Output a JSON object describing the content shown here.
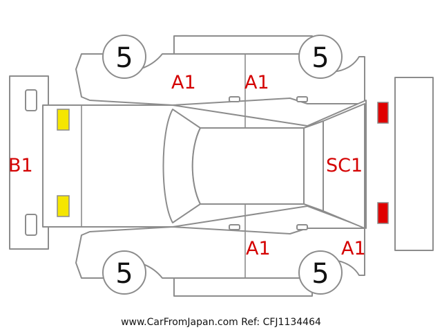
{
  "tires": {
    "front_left": "5",
    "front_right": "5",
    "rear_left": "5",
    "rear_right": "5"
  },
  "damage_codes": {
    "left_front_door": "A1",
    "left_rear_door": "A1",
    "right_front_door": "A1",
    "right_rear_quarter": "A1",
    "front_bumper": "B1",
    "rear_panel": "SC1"
  },
  "marker_colors": {
    "headlight": "#f5e600",
    "taillight": "#e00000"
  },
  "footer": "www.CarFromJapan.com Ref: CFJ1134464"
}
